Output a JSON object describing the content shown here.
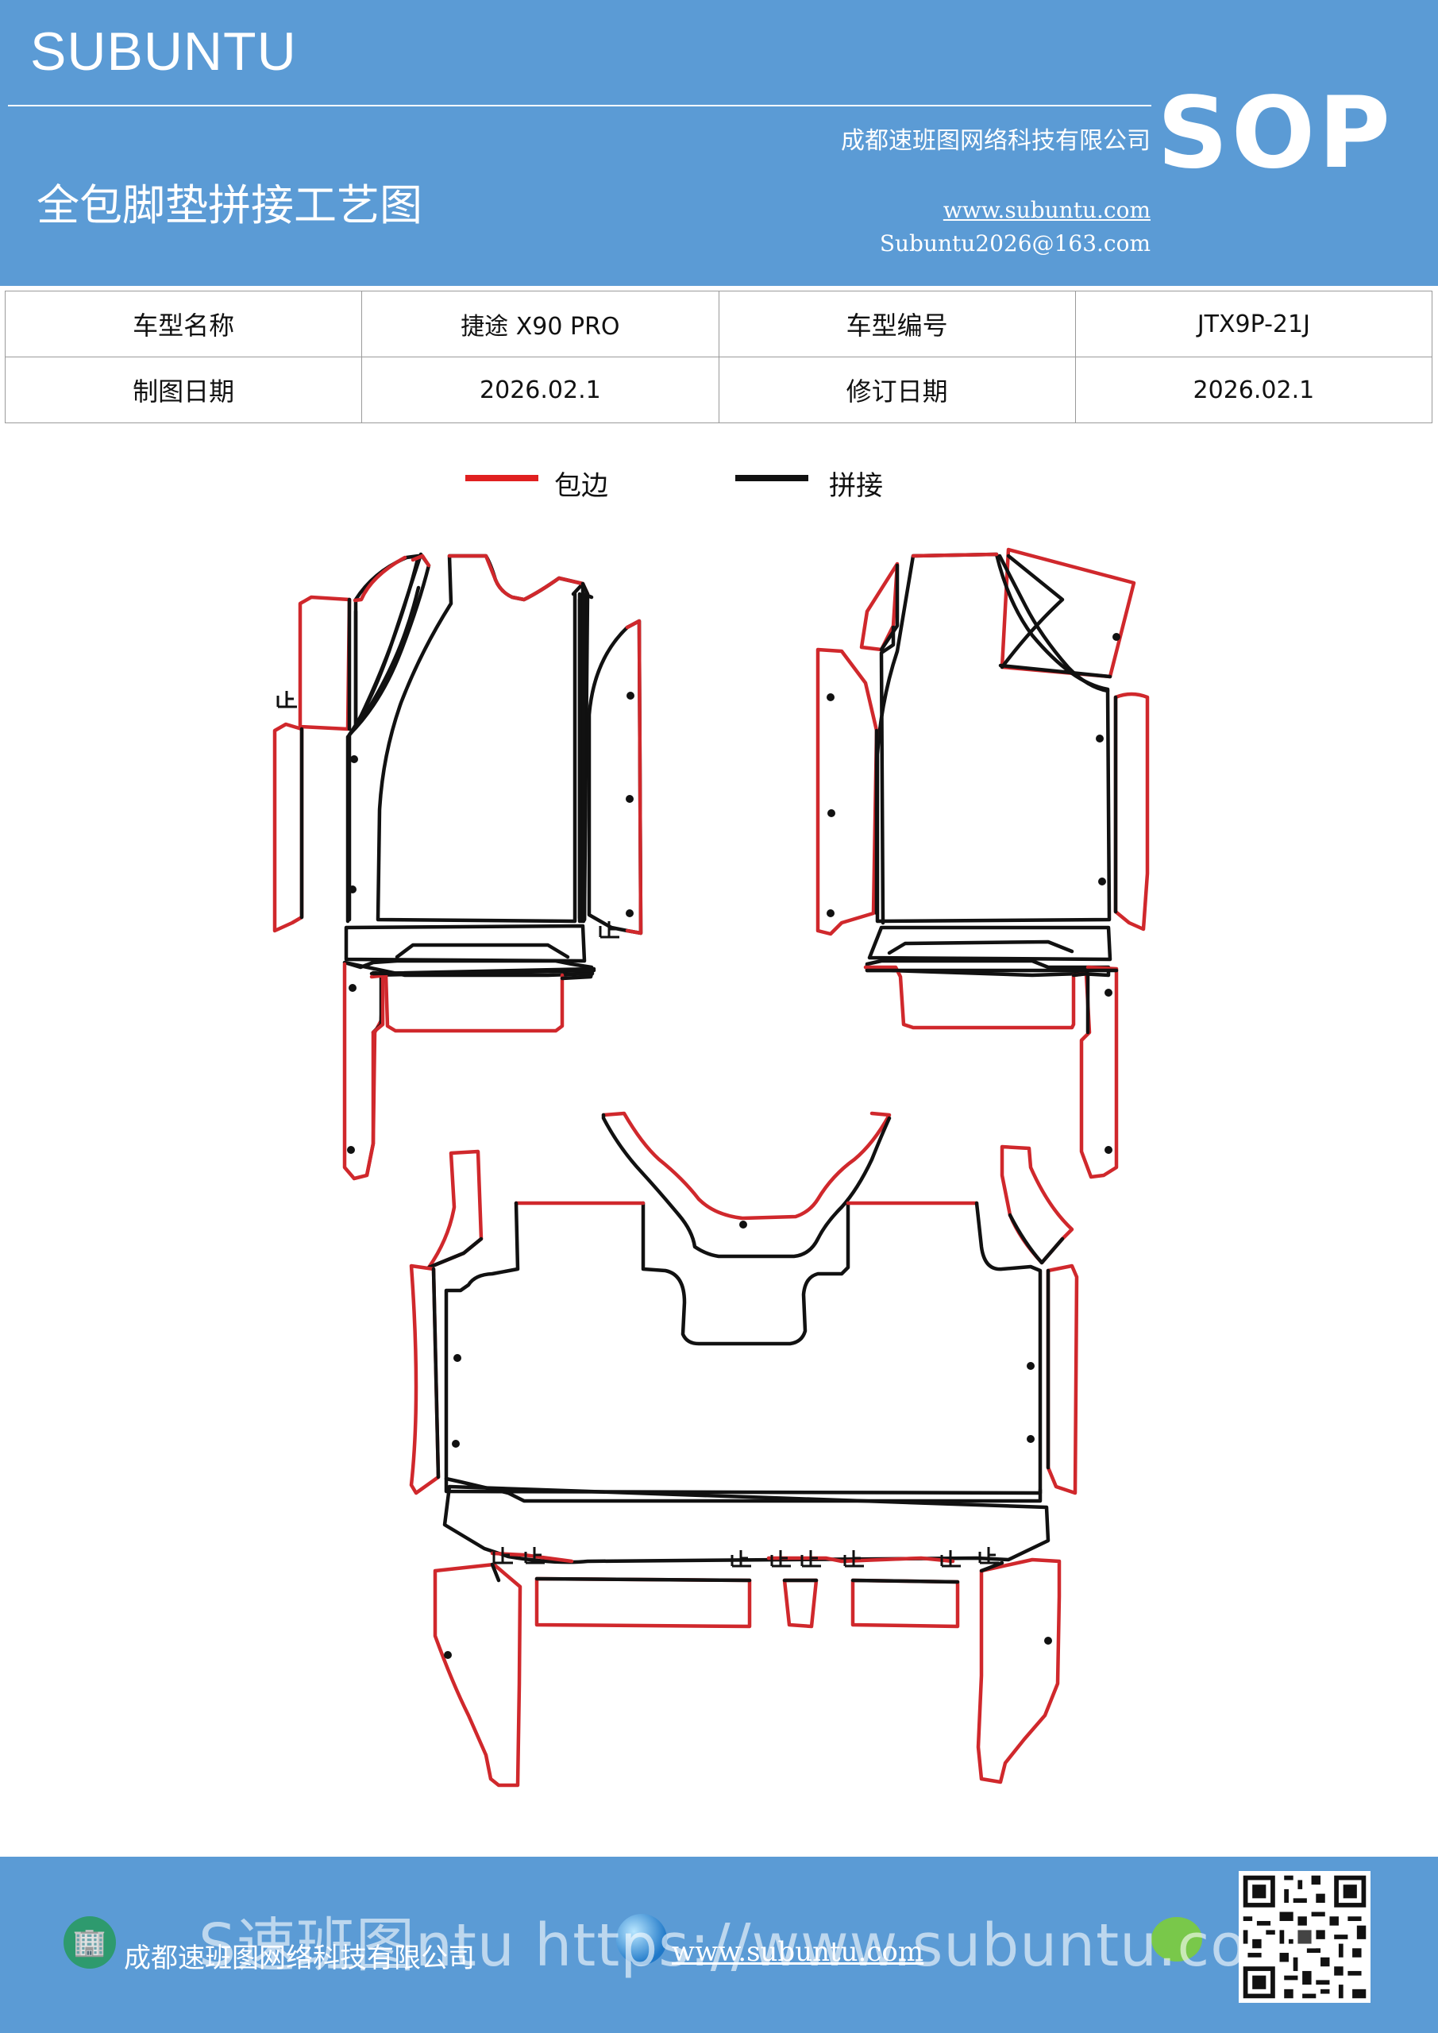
{
  "header": {
    "brand": "SUBUNTU",
    "company": "成都速班图网络科技有限公司",
    "doc_title": "全包脚垫拼接工艺图",
    "website": "www.subuntu.com",
    "email": "Subuntu2026@163.com",
    "badge": "SOP"
  },
  "info_table": {
    "rows": [
      {
        "label1": "车型名称",
        "value1": "捷途 X90  PRO",
        "label2": "车型编号",
        "value2": "JTX9P-21J"
      },
      {
        "label1": "制图日期",
        "value1": "2026.02.1",
        "label2": "修订日期",
        "value2": "2026.02.1"
      }
    ]
  },
  "legend": {
    "items": [
      {
        "label": "包边",
        "color": "#e02020"
      },
      {
        "label": "拼接",
        "color": "#111111"
      }
    ]
  },
  "colors": {
    "header_bg": "#5b9bd5",
    "edge_binding": "#d0282c",
    "seam": "#111111"
  },
  "footer": {
    "company": "成都速班图网络科技有限公司",
    "url": "www.subuntu.com",
    "watermark": "S速班图ntu https://www.subuntu.com",
    "icons": [
      "building-icon",
      "globe-icon",
      "wechat-icon",
      "qr-code"
    ]
  }
}
